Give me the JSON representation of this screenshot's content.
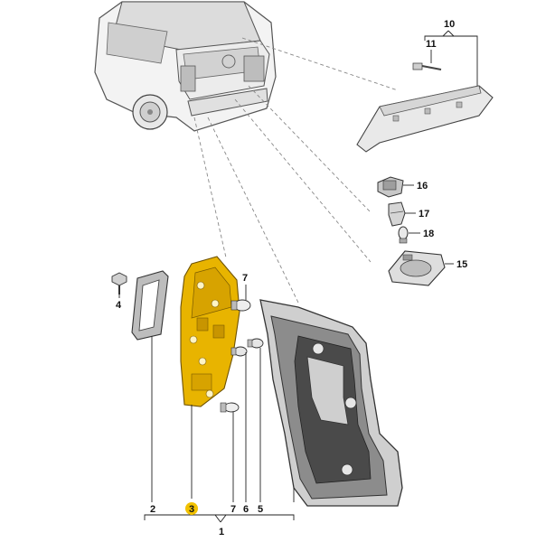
{
  "callouts": {
    "c1": "1",
    "c2": "2",
    "c3": "3",
    "c4": "4",
    "c5": "5",
    "c6": "6",
    "c7_top": "7",
    "c7_bottom": "7",
    "c10": "10",
    "c11": "11",
    "c15": "15",
    "c16": "16",
    "c17": "17",
    "c18": "18"
  },
  "colors": {
    "highlight_part": "#e8b400",
    "highlight_circle": "#f2c200",
    "line": "#222222",
    "dashed": "#888888"
  },
  "highlighted_callout": "3"
}
